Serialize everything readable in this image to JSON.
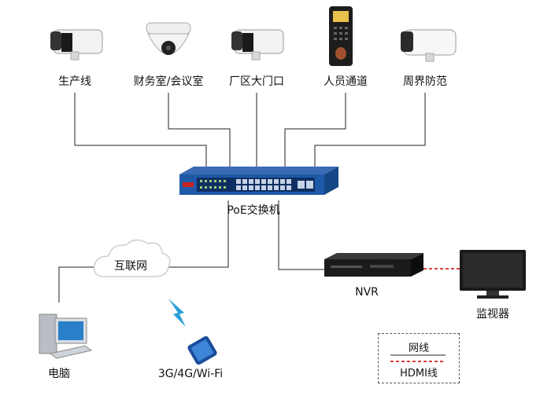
{
  "cameras": [
    {
      "label": "生产线",
      "icon": "bullet-camera-icon"
    },
    {
      "label": "财务室/会议室",
      "icon": "dome-camera-icon"
    },
    {
      "label": "厂区大门口",
      "icon": "bullet-camera-icon"
    },
    {
      "label": "人员通道",
      "icon": "access-control-terminal-icon"
    },
    {
      "label": "周界防范",
      "icon": "bullet-camera-icon"
    }
  ],
  "switch": {
    "label": "PoE交换机",
    "icon": "poe-switch-icon"
  },
  "internet": {
    "label": "互联网",
    "icon": "cloud-icon"
  },
  "nvr": {
    "label": "NVR",
    "icon": "nvr-recorder-icon"
  },
  "monitor": {
    "label": "监视器",
    "icon": "monitor-icon"
  },
  "computer": {
    "label": "电脑",
    "icon": "desktop-computer-icon"
  },
  "phone": {
    "label": "3G/4G/Wi-Fi",
    "icon": "smartphone-icon"
  },
  "legend": {
    "network_label": "网线",
    "hdmi_label": "HDMI线"
  },
  "colors": {
    "network_line": "#222222",
    "hdmi_line": "#cc0000",
    "switch_body": "#1f5aa8",
    "wifi_signal": "#2f9fd8"
  }
}
